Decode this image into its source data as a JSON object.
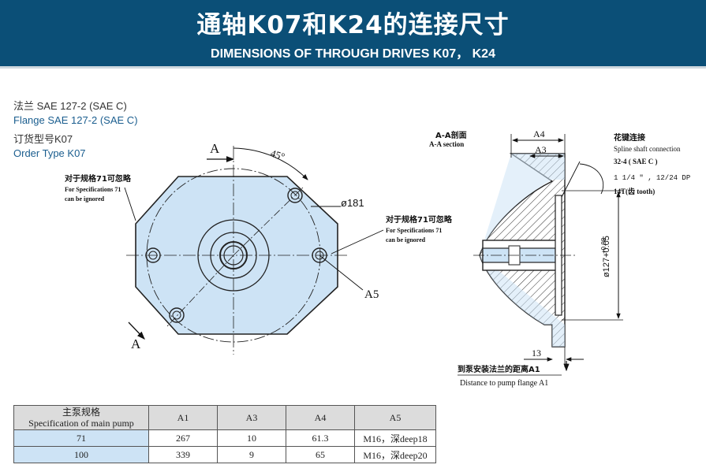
{
  "header": {
    "title_cn": "通轴K07和K24的连接尺寸",
    "title_en": "DIMENSIONS OF THROUGH DRIVES K07， K24"
  },
  "info": {
    "flange_cn": "法兰 SAE 127-2 (SAE C)",
    "flange_en": "Flange SAE 127-2 (SAE C)",
    "order_cn": "订货型号K07",
    "order_en": "Order Type K07"
  },
  "drawing": {
    "label_a_top": "A",
    "label_a_bottom": "A",
    "angle": "45°",
    "dia": "ø181",
    "a5": "A5",
    "note_left_cn": "对于规格71可忽略",
    "note_left_en1": "For Specifications 71",
    "note_left_en2": "can be ignored",
    "note_right_cn": "对于规格71可忽略",
    "note_right_en1": "For Specifications 71",
    "note_right_en2": "can be ignored",
    "section_cn": "A-A剖面",
    "section_en": "A-A section",
    "dim_a4": "A4",
    "dim_a3": "A3",
    "dim_13": "13",
    "dim_127": "ø127+0.05",
    "dim_127b": "+0.08",
    "spline_cn": "花键连接",
    "spline_en": "Spline shaft connection",
    "spline_code": "32-4 ( SAE C )",
    "spline_spec": "1 1/4 \" , 12/24 DP",
    "spline_teeth": "14T(齿 tooth)",
    "dist_cn": "到泵安装法兰的距离A1",
    "dist_en": "Distance to pump flange A1"
  },
  "table": {
    "headers": {
      "spec_cn": "主泵规格",
      "spec_en": "Specification of main pump",
      "a1": "A1",
      "a3": "A3",
      "a4": "A4",
      "a5": "A5"
    },
    "rows": [
      {
        "spec": "71",
        "a1": "267",
        "a3": "10",
        "a4": "61.3",
        "a5": "M16，深deep18"
      },
      {
        "spec": "100",
        "a1": "339",
        "a3": "9",
        "a4": "65",
        "a5": "M16，深deep20"
      }
    ]
  },
  "colors": {
    "banner": "#0b4f77",
    "part_fill": "#cde3f5",
    "accent_text": "#1b5e8f"
  }
}
